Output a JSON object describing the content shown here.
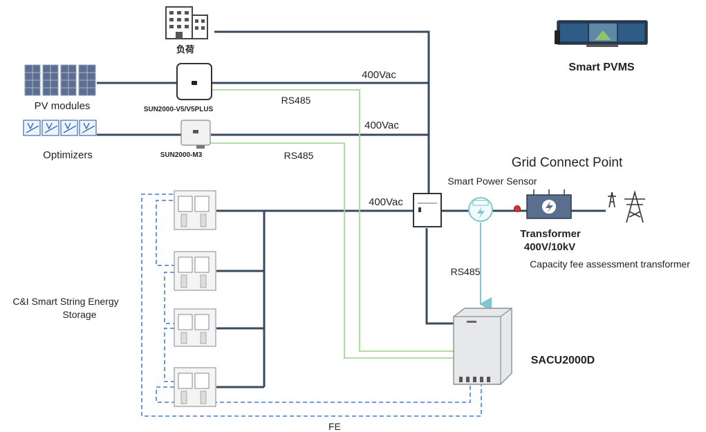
{
  "labels": {
    "load": "负荷",
    "pv_modules": "PV modules",
    "optimizers": "Optimizers",
    "inverter_v5": "SUN2000-V5/V5PLUS",
    "inverter_m3": "SUN2000-M3",
    "ac_1": "400Vac",
    "ac_2": "400Vac",
    "ac_3": "400Vac",
    "rs485_1": "RS485",
    "rs485_2": "RS485",
    "rs485_3": "RS485",
    "smart_pvms": "Smart PVMS",
    "grid_connect_point": "Grid Connect  Point",
    "smart_power_sensor": "Smart Power Sensor",
    "transformer": "Transformer",
    "transformer_rating": "400V/10kV",
    "capacity_fee": "Capacity fee assessment transformer",
    "storage_line1": "C&I Smart String Energy",
    "storage_line2": "Storage",
    "sacu": "SACU2000D",
    "fe": "FE"
  },
  "colors": {
    "power_line": "#3a4a5e",
    "rs485_line": "#a8d89a",
    "fe_line": "#5b8fd0",
    "sensor_link": "#7fc7cf"
  }
}
